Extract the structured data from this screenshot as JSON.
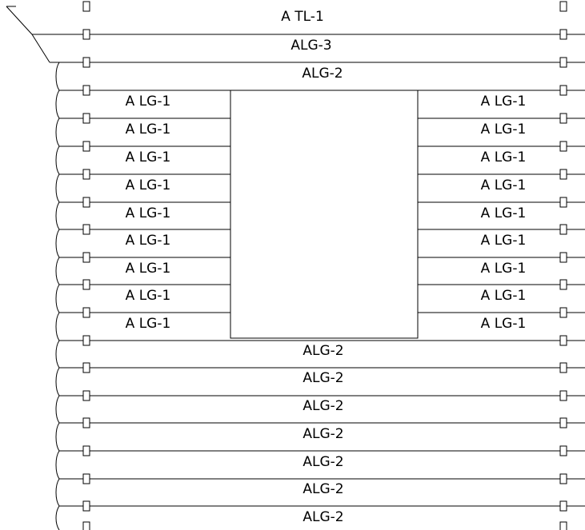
{
  "diagram": {
    "top_rows": [
      "A TL-1",
      "ALG-3",
      "ALG-2"
    ],
    "left_labels": [
      "A LG-1",
      "A LG-1",
      "A LG-1",
      "A LG-1",
      "A LG-1",
      "A LG-1",
      "A LG-1",
      "A LG-1",
      "A LG-1"
    ],
    "right_labels": [
      "A LG-1",
      "A LG-1",
      "A LG-1",
      "A LG-1",
      "A LG-1",
      "A LG-1",
      "A LG-1",
      "A LG-1",
      "A LG-1"
    ],
    "bottom_rows": [
      "ALG-2",
      "ALG-2",
      "ALG-2",
      "ALG-2",
      "ALG-2",
      "ALG-2",
      "ALG-2"
    ]
  }
}
